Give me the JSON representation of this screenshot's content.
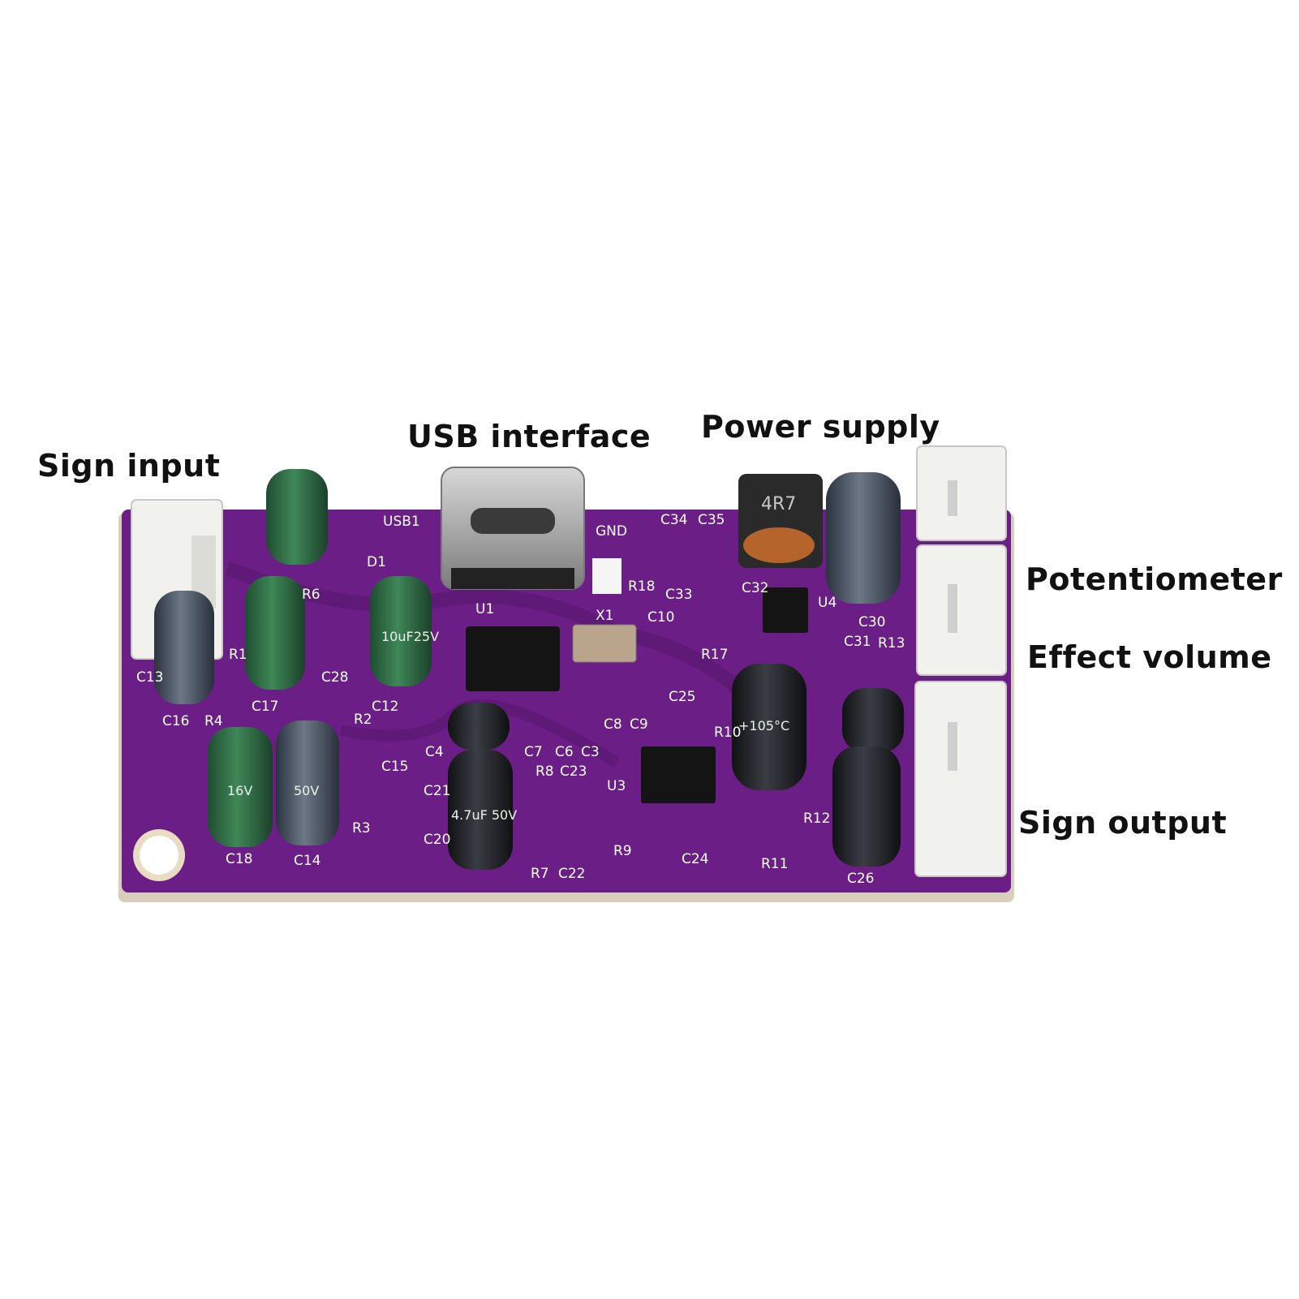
{
  "callouts": {
    "sign_input": "Sign input",
    "usb_interface": "USB interface",
    "power_supply": "Power supply",
    "potentiometer": "Potentiometer",
    "effect_volume": "Effect volume",
    "sign_output": "Sign output"
  },
  "silkscreen": {
    "usb1": "USB1",
    "gnd": "GND",
    "d1": "D1",
    "u1": "U1",
    "x1": "X1",
    "u3": "U3",
    "u4": "U4",
    "r1": "R1",
    "r2": "R2",
    "r3": "R3",
    "r4": "R4",
    "r6": "R6",
    "r7": "R7",
    "r8": "R8",
    "r9": "R9",
    "r10": "R10",
    "r11": "R11",
    "r12": "R12",
    "r13": "R13",
    "r17": "R17",
    "r18": "R18",
    "c3": "C3",
    "c4": "C4",
    "c6": "C6",
    "c7": "C7",
    "c8": "C8",
    "c9": "C9",
    "c10": "C10",
    "c12": "C12",
    "c13": "C13",
    "c14": "C14",
    "c15": "C15",
    "c16": "C16",
    "c17": "C17",
    "c18": "C18",
    "c20": "C20",
    "c21": "C21",
    "c22": "C22",
    "c23": "C23",
    "c24": "C24",
    "c25": "C25",
    "c26": "C26",
    "c28": "C28",
    "c30": "C30",
    "c31": "C31",
    "c32": "C32",
    "c33": "C33",
    "c34": "C34",
    "c35": "C35"
  },
  "component_markings": {
    "inductor": "4R7",
    "cap_10uf": "10uF25V",
    "cap_4_7uf": "4.7uF 50V",
    "cap_16v": "16V",
    "cap_50v": "50V",
    "cap_105c": "+105°C"
  },
  "colors": {
    "pcb": "#6b1f86",
    "pcb_dark": "#54166a",
    "connector": "#f1f1ee",
    "cap_green": "#2f6a45",
    "cap_black": "#1d1f22"
  }
}
